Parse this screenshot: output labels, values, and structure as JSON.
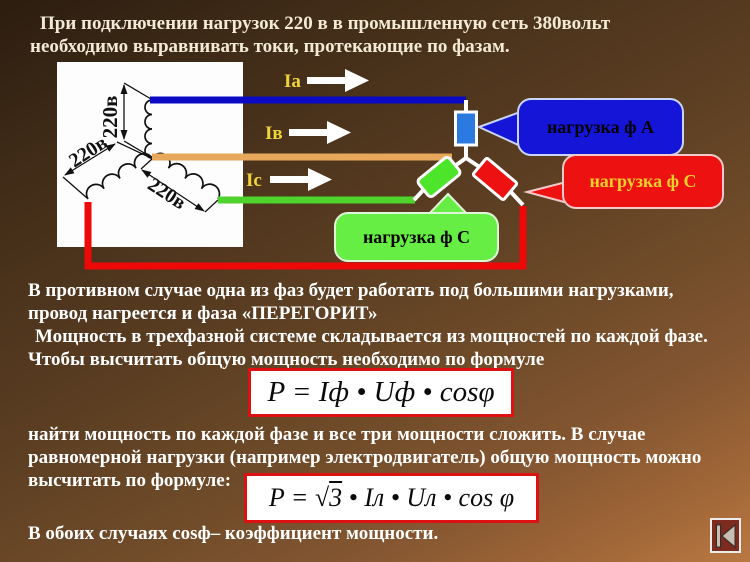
{
  "intro": {
    "lines": [
      "При подключении нагрузок 220 в в промышленную сеть 380вольт",
      "необходимо выравнивать токи, протекающие по фазам."
    ]
  },
  "diagram": {
    "winding_voltages": [
      "220в",
      "220в",
      "220в"
    ],
    "currents": [
      "Iа",
      "Iв",
      "Iс"
    ],
    "callouts": [
      {
        "label": "нагрузка ф А",
        "color": "#1515d8"
      },
      {
        "label": "нагрузка ф С",
        "color": "#ee1111"
      },
      {
        "label": "нагрузка ф С",
        "color": "#66ee44"
      }
    ],
    "colors": {
      "phase_a_wire": "#0a0ac4",
      "phase_b_wire": "#e8a85c",
      "phase_c_wire": "#4fd42e",
      "return_wire": "#ee0808",
      "formula_border": "#dd1111",
      "current_label": "#f0d53a"
    }
  },
  "body1": {
    "lines": [
      "В противном случае одна из фаз будет работать под большими нагрузками,",
      "провод нагреется и фаза «ПЕРЕГОРИТ»",
      "Мощность в трехфазной системе складывается из мощностей по каждой фазе.",
      "Чтобы высчитать общую мощность необходимо по формуле"
    ]
  },
  "formulas": {
    "phase": "P = Iф • Uф • cosφ",
    "line": {
      "lhs": "P = ",
      "radical": "√",
      "radicand": "3",
      "rest": " • Iл • Uл • cos φ"
    }
  },
  "body2": {
    "lines": [
      "найти мощность по каждой фазе и все три мощности сложить. В случае",
      "равномерной нагрузки (например электродвигатель) общую мощность можно",
      "высчитать по формуле:"
    ]
  },
  "footer": "В обоих случаях cosф– коэффициент мощности."
}
